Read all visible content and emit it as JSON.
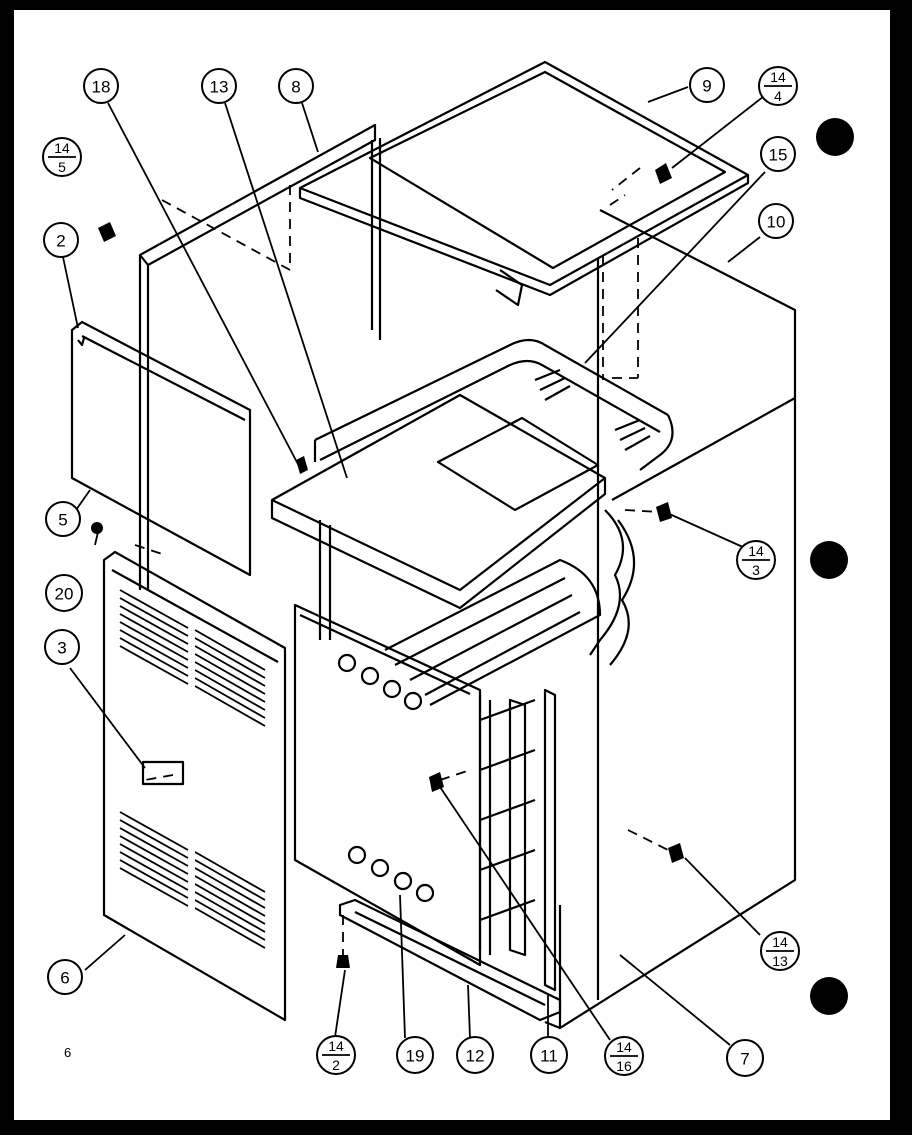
{
  "diagram": {
    "page_number": "6",
    "callouts": [
      "18",
      "13",
      "8",
      "9",
      "15",
      "10",
      "2",
      "5",
      "20",
      "3",
      "6",
      "19",
      "12",
      "11",
      "7"
    ],
    "fraction_callouts": [
      {
        "top": "14",
        "bottom": "4"
      },
      {
        "top": "14",
        "bottom": "5"
      },
      {
        "top": "14",
        "bottom": "3"
      },
      {
        "top": "14",
        "bottom": "13"
      },
      {
        "top": "14",
        "bottom": "2"
      },
      {
        "top": "14",
        "bottom": "16"
      }
    ]
  }
}
